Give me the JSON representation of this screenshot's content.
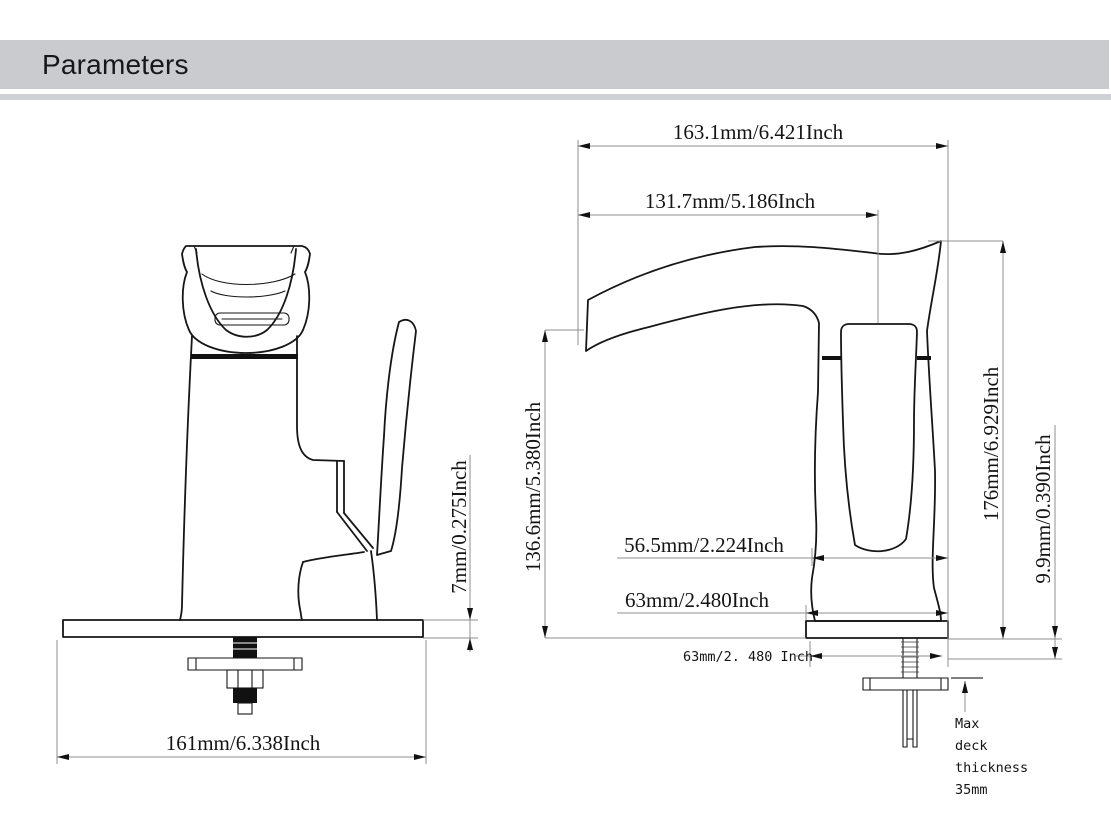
{
  "header": {
    "title": "Parameters"
  },
  "drawing": {
    "front_view": {
      "dim_plate_width": "161mm/6.338Inch",
      "dim_plate_thickness": "7mm/0.275Inch"
    },
    "side_view": {
      "dim_total_reach": "163.1mm/6.421Inch",
      "dim_spout_reach": "131.7mm/5.186Inch",
      "dim_spout_height": "136.6mm/5.380Inch",
      "dim_total_height": "176mm/6.929Inch",
      "dim_base_offset": "9.9mm/0.390Inch",
      "dim_body_width": "56.5mm/2.224Inch",
      "dim_base_width": "63mm/2.480Inch",
      "dim_base_width_small": "63mm/2. 480 Inch",
      "note_max_deck": {
        "lines": [
          "Max",
          "deck",
          "thickness",
          "35mm"
        ]
      }
    }
  },
  "colors": {
    "header_bg": "#cacbce",
    "subheader_bg": "#d0d1d4",
    "outline": "#161616",
    "dim_line": "#8f8f8f",
    "text": "#141414"
  }
}
